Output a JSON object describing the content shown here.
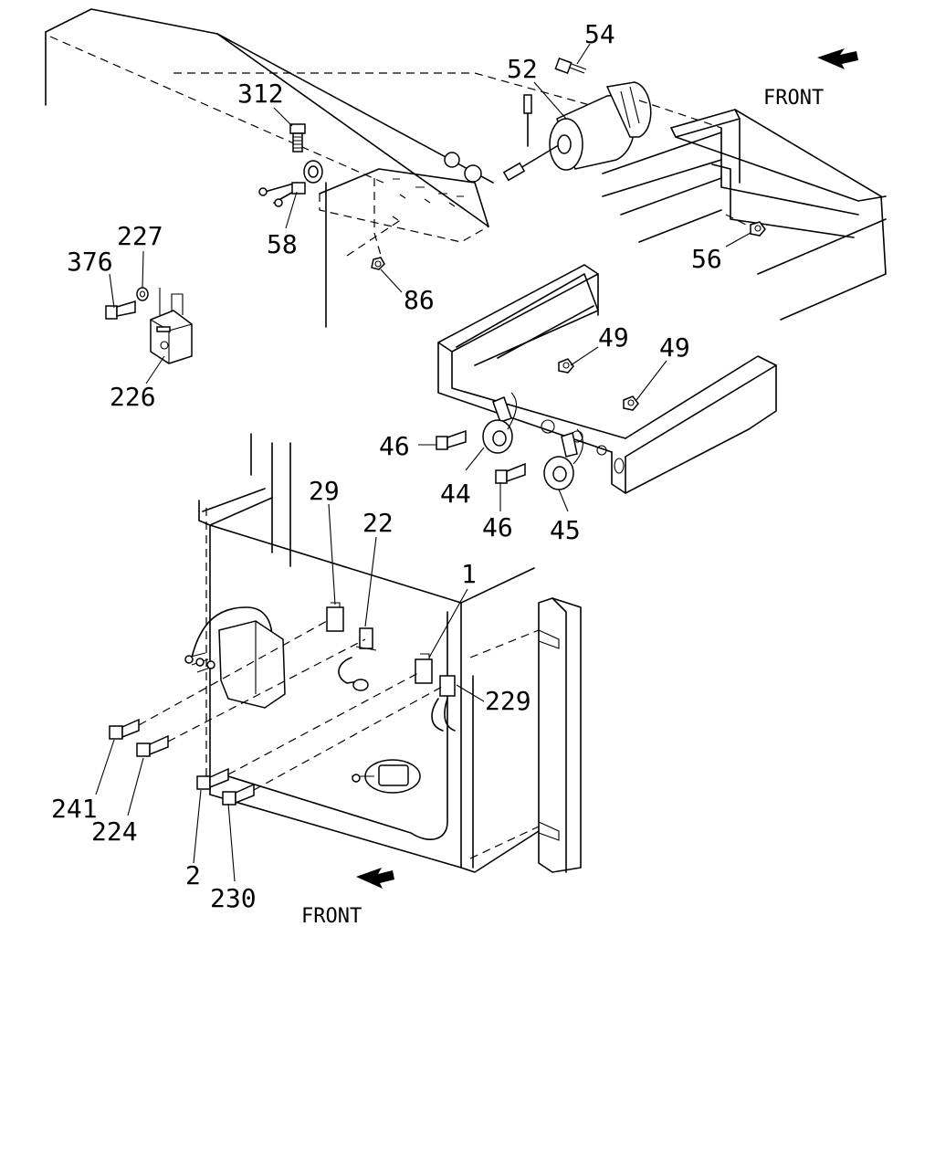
{
  "front_labels": {
    "top": "FRONT",
    "bottom": "FRONT"
  },
  "callouts": {
    "c54": "54",
    "c52": "52",
    "c312": "312",
    "c58": "58",
    "c86": "86",
    "c56": "56",
    "c227": "227",
    "c376": "376",
    "c226": "226",
    "c49a": "49",
    "c49b": "49",
    "c46a": "46",
    "c44": "44",
    "c46b": "46",
    "c45": "45",
    "c29": "29",
    "c22": "22",
    "c1": "1",
    "c229": "229",
    "c241": "241",
    "c224": "224",
    "c2": "2",
    "c230": "230"
  },
  "icons": {
    "front_arrow": "arrow-left-icon"
  }
}
